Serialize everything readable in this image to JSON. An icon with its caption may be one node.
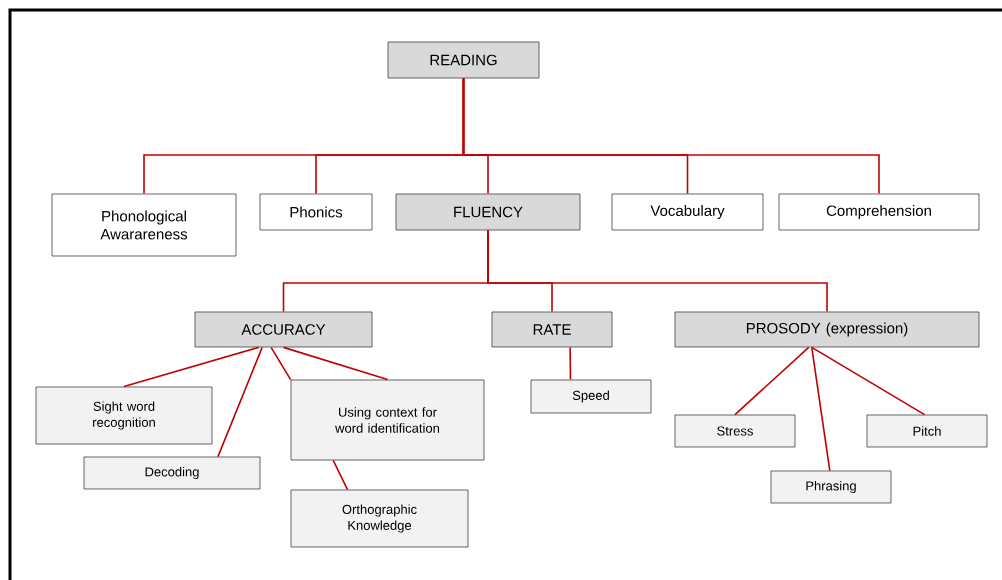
{
  "diagram": {
    "nodes": [
      {
        "text": [
          "READING"
        ]
      },
      {
        "text": [
          "Phonological Awarareness"
        ]
      },
      {
        "text": [
          "Phonics"
        ]
      },
      {
        "text": [
          "FLUENCY"
        ]
      },
      {
        "text": [
          "Vocabulary"
        ]
      },
      {
        "text": [
          "Comprehension"
        ]
      },
      {
        "text": [
          "ACCURACY"
        ]
      },
      {
        "text": [
          "RATE"
        ]
      },
      {
        "text": [
          "PROSODY (expression)"
        ]
      },
      {
        "text": [
          "Sight word recognition"
        ]
      },
      {
        "text": [
          "Decoding"
        ]
      },
      {
        "text": [
          "Using context for word identification"
        ]
      },
      {
        "text": [
          "Orthographic Knowledge"
        ]
      },
      {
        "text": [
          "Speed"
        ]
      },
      {
        "text": [
          "Stress"
        ]
      },
      {
        "text": [
          "Phrasing"
        ]
      },
      {
        "text": [
          "Pitch"
        ]
      }
    ],
    "edges": [
      {
        "from": 0,
        "to": 1,
        "arrow": "none"
      },
      {
        "from": 0,
        "to": 2,
        "arrow": "none"
      },
      {
        "from": 0,
        "to": 3,
        "arrow": "none"
      },
      {
        "from": 0,
        "to": 4,
        "arrow": "none"
      },
      {
        "from": 0,
        "to": 5,
        "arrow": "none"
      },
      {
        "from": 3,
        "to": 6,
        "arrow": "none"
      },
      {
        "from": 3,
        "to": 7,
        "arrow": "none"
      },
      {
        "from": 3,
        "to": 8,
        "arrow": "none"
      },
      {
        "from": 6,
        "to": 9,
        "arrow": "none"
      },
      {
        "from": 6,
        "to": 10,
        "arrow": "none"
      },
      {
        "from": 6,
        "to": 11,
        "arrow": "none"
      },
      {
        "from": 6,
        "to": 11,
        "arrow": "none"
      },
      {
        "from": 11,
        "to": 12,
        "arrow": "none"
      },
      {
        "from": 7,
        "to": 13,
        "arrow": "none"
      },
      {
        "from": 8,
        "to": 14,
        "arrow": "none"
      },
      {
        "from": 8,
        "to": 15,
        "arrow": "none"
      },
      {
        "from": 8,
        "to": 16,
        "arrow": "none"
      }
    ]
  }
}
